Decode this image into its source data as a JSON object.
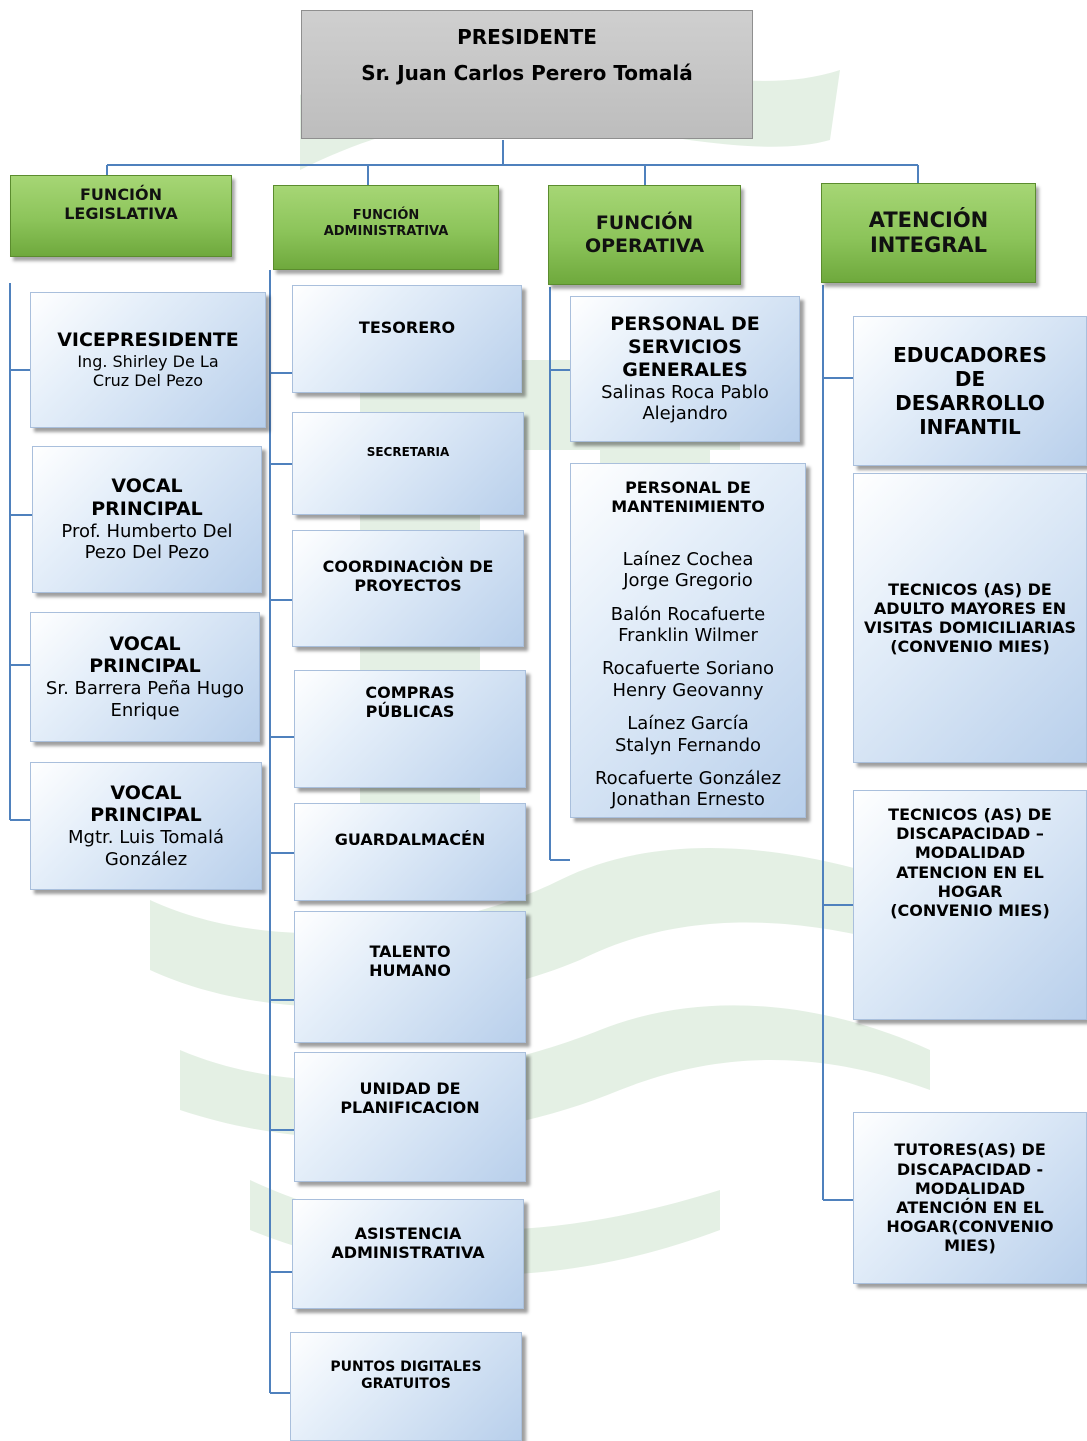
{
  "president": {
    "title": "PRESIDENTE",
    "name": "Sr. Juan Carlos Perero Tomalá"
  },
  "functions": [
    {
      "label": "FUNCIÓN LEGISLATIVA"
    },
    {
      "label": "FUNCIÓN ADMINISTRATIVA"
    },
    {
      "label": "FUNCIÓN OPERATIVA"
    },
    {
      "label": "ATENCIÓN INTEGRAL"
    }
  ],
  "legislativa": [
    {
      "role": "VICEPRESIDENTE",
      "name": "Ing. Shirley De La Cruz Del Pezo"
    },
    {
      "role": "VOCAL PRINCIPAL",
      "name": "Prof. Humberto Del Pezo Del Pezo"
    },
    {
      "role": "VOCAL PRINCIPAL",
      "name": "Sr. Barrera Peña Hugo Enrique"
    },
    {
      "role": "VOCAL PRINCIPAL",
      "name": "Mgtr. Luis Tomalá González"
    }
  ],
  "administrativa": [
    "TESORERO",
    "SECRETARIA",
    "COORDINACIÒN DE PROYECTOS",
    "COMPRAS PÚBLICAS",
    "GUARDALMACÉN",
    "TALENTO HUMANO",
    "UNIDAD DE PLANIFICACION",
    "ASISTENCIA ADMINISTRATIVA",
    "PUNTOS DIGITALES GRATUITOS"
  ],
  "operativa": {
    "servicios": {
      "role": "PERSONAL DE SERVICIOS GENERALES",
      "name": "Salinas Roca Pablo Alejandro"
    },
    "mantenimiento": {
      "role": "PERSONAL DE MANTENIMIENTO",
      "names": [
        "Laínez Cochea Jorge Gregorio",
        "Balón Rocafuerte Franklin Wilmer",
        "Rocafuerte Soriano Henry Geovanny",
        "Laínez García Stalyn Fernando",
        "Rocafuerte González Jonathan Ernesto"
      ]
    }
  },
  "integral": [
    "EDUCADORES DE DESARROLLO INFANTIL",
    "TECNICOS (AS) DE ADULTO MAYORES EN VISITAS DOMICILIARIAS (CONVENIO MIES)",
    "TECNICOS (AS) DE DISCAPACIDAD – MODALIDAD ATENCION EN EL HOGAR (CONVENIO MIES)",
    "TUTORES(AS) DE DISCAPACIDAD - MODALIDAD ATENCIÓN EN EL HOGAR(CONVENIO MIES)"
  ],
  "colors": {
    "connector": "#4f81bd",
    "function_green": "#8cc45a",
    "unit_blue": "#b8cfeb",
    "watermark": "#e3efe3"
  }
}
